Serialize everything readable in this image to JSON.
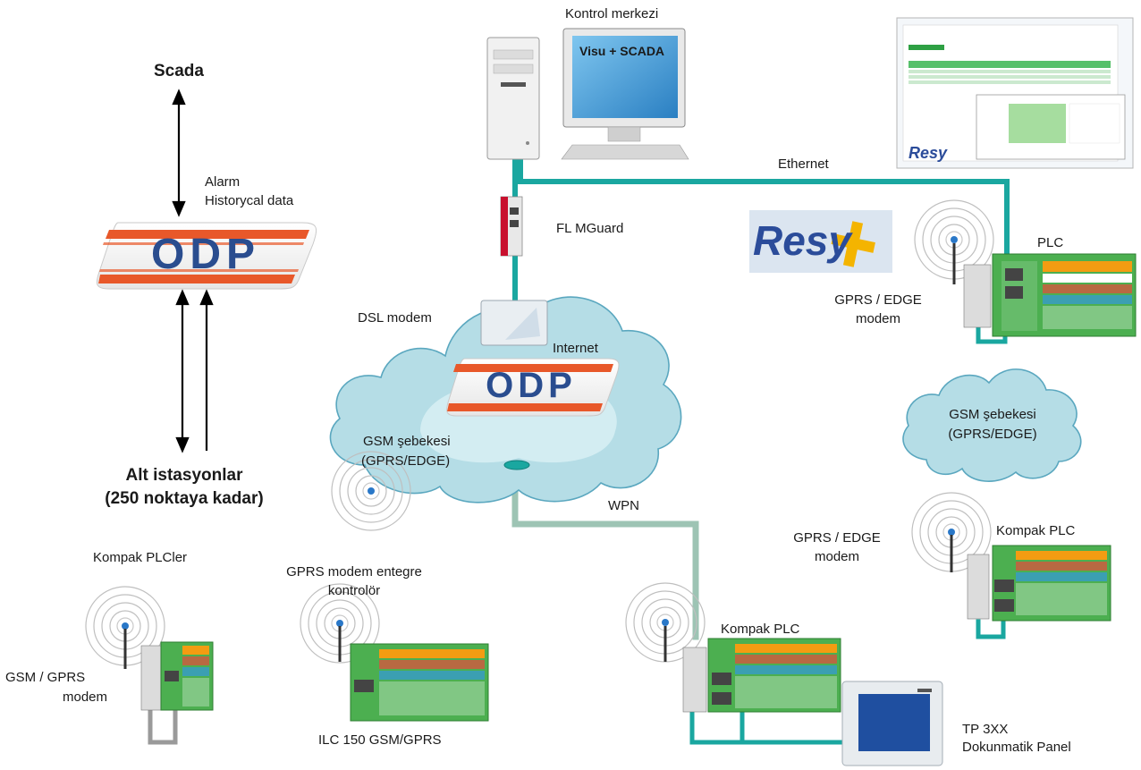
{
  "labels": {
    "scada": "Scada",
    "alarm": "Alarm",
    "historical": "Historycal data",
    "alt_istasyonlar_1": "Alt istasyonlar",
    "alt_istasyonlar_2": "(250 noktaya kadar)",
    "kontrol_merkezi": "Kontrol merkezi",
    "visu_scada": "Visu + SCADA",
    "ethernet": "Ethernet",
    "fl_mguard": "FL MGuard",
    "dsl_modem": "DSL modem",
    "internet": "Internet",
    "gsm_sebekesi_left_1": "GSM şebekesi",
    "gsm_sebekesi_left_2": "(GPRS/EDGE)",
    "gsm_sebekesi_right_1": "GSM şebekesi",
    "gsm_sebekesi_right_2": "(GPRS/EDGE)",
    "wpn": "WPN",
    "plc": "PLC",
    "gprs_edge_modem_top_1": "GPRS / EDGE",
    "gprs_edge_modem_top_2": "modem",
    "gprs_edge_modem_mid_1": "GPRS / EDGE",
    "gprs_edge_modem_mid_2": "modem",
    "kompak_plc_right": "Kompak PLC",
    "kompak_plc_center": "Kompak PLC",
    "kompak_plcler": "Kompak PLCler",
    "gprs_modem_entegre_1": "GPRS modem entegre",
    "gprs_modem_entegre_2": "kontrolör",
    "gsm_gprs_modem_1": "GSM / GPRS",
    "gsm_gprs_modem_2": "modem",
    "ilc150": "ILC 150 GSM/GPRS",
    "tp3xx_1": "TP 3XX",
    "tp3xx_2": "Dokunmatik Panel"
  },
  "logos": {
    "odp": "ODP",
    "resy_main": "Resy",
    "resy_small": "Resy"
  },
  "colors": {
    "network_line": "#1aa7a0",
    "wpn_line": "#9dc4b4",
    "cloud_fill": "#b5dde6",
    "cloud_stroke": "#5aa7bf",
    "plc_green": "#4caf50",
    "odp_orange": "#e8582a",
    "odp_blue": "#2a4d8f",
    "resy_blue": "#2b4c9a",
    "resy_yellow": "#f4b400"
  }
}
